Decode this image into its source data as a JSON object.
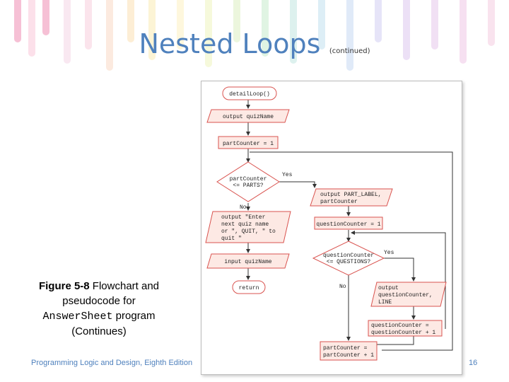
{
  "slide": {
    "title": "Nested Loops",
    "title_note": "(continued)",
    "caption": {
      "figure_label": "Figure 5-8",
      "text1": " Flowchart and pseudocode for ",
      "program": "AnswerSheet",
      "text2": " program (Continues)"
    },
    "footer": "Programming Logic and Design, Eighth Edition",
    "page_number": "16"
  },
  "flowchart": {
    "start": "detailLoop()",
    "out_quiz": "output quizName",
    "assign_part": "partCounter = 1",
    "dec_part": [
      "partCounter",
      "<= PARTS?"
    ],
    "yes": "Yes",
    "no": "No",
    "out_part": [
      "output PART_LABEL,",
      "partCounter"
    ],
    "assign_q": "questionCounter = 1",
    "dec_q": [
      "questionCounter",
      "<= QUESTIONS?"
    ],
    "out_q": [
      "output",
      "questionCounter,",
      "LINE"
    ],
    "inc_q": [
      "questionCounter =",
      "questionCounter + 1"
    ],
    "inc_part": [
      "partCounter =",
      "partCounter + 1"
    ],
    "out_enter": [
      "output \"Enter",
      "next quiz name",
      "or \", QUIT, \" to",
      "quit \""
    ],
    "input_quiz": "input quizName",
    "return": "return"
  },
  "colors": {
    "title": "#4f81bd",
    "shape_stroke": "#d9534f",
    "process_fill": "#fde9e4",
    "decision_fill": "#ffffff"
  }
}
